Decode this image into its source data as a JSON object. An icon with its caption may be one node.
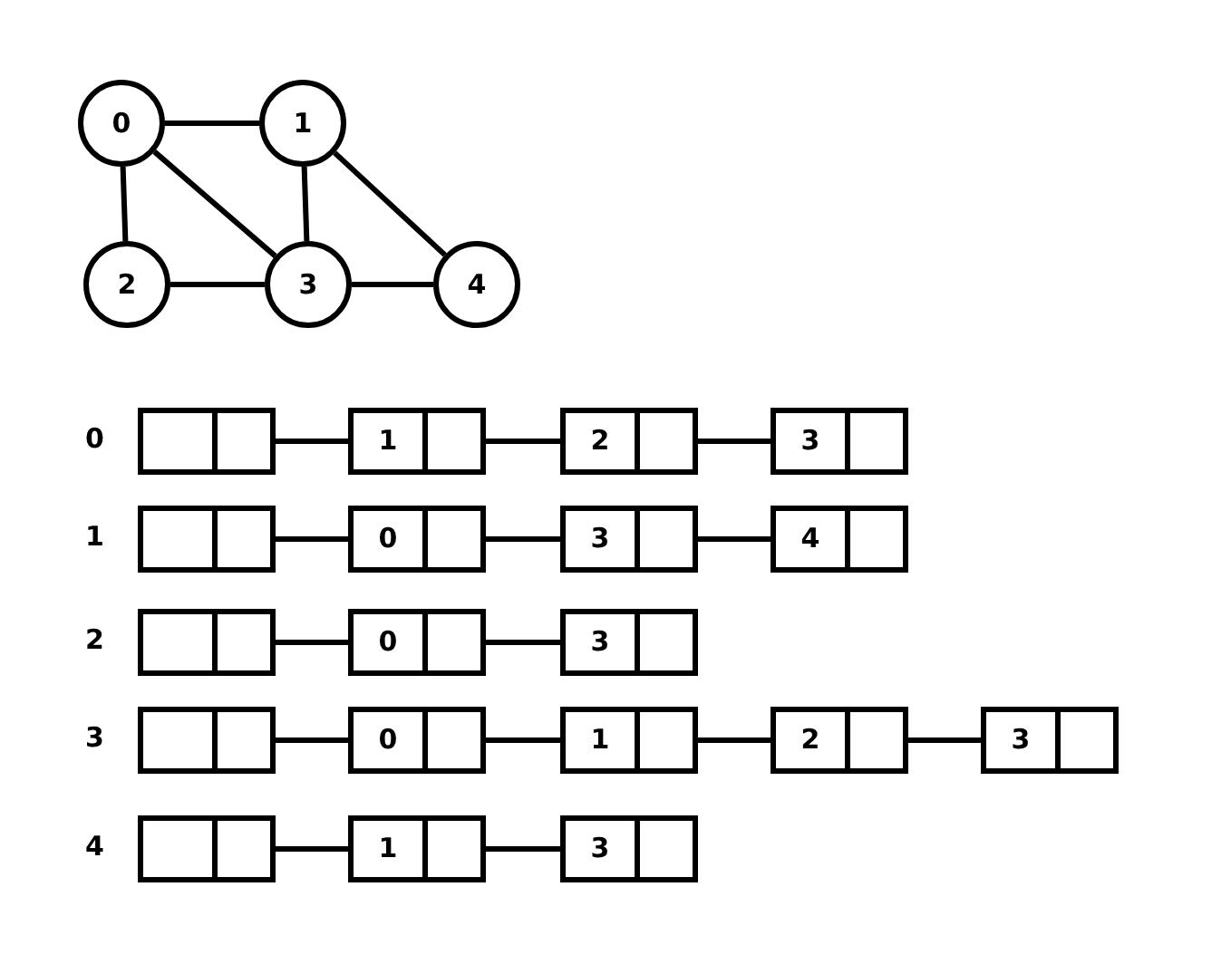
{
  "diagram": {
    "nodes": [
      {
        "text": [
          "0"
        ]
      },
      {
        "text": [
          "1"
        ]
      },
      {
        "text": [
          "2"
        ]
      },
      {
        "text": [
          "3"
        ]
      },
      {
        "text": [
          "4"
        ]
      },
      {
        "text": [],
        "shape": "box"
      },
      {
        "text": [
          "1"
        ]
      },
      {
        "text": [
          "2"
        ]
      },
      {
        "text": [
          "3"
        ]
      },
      {
        "text": [],
        "shape": "box"
      },
      {
        "text": [
          "0"
        ]
      },
      {
        "text": [
          "3"
        ]
      },
      {
        "text": [
          "4"
        ]
      },
      {
        "text": [],
        "shape": "box"
      },
      {
        "text": [
          "0"
        ]
      },
      {
        "text": [
          "3"
        ]
      },
      {
        "text": [],
        "shape": "box"
      },
      {
        "text": [
          "0"
        ]
      },
      {
        "text": [
          "1"
        ]
      },
      {
        "text": [
          "2"
        ]
      },
      {
        "text": [
          "3"
        ]
      },
      {
        "text": [],
        "shape": "box"
      },
      {
        "text": [
          "1"
        ]
      },
      {
        "text": [
          "3"
        ]
      }
    ],
    "edges": [
      {
        "from": 0,
        "to": 1,
        "arrow": "none"
      },
      {
        "from": 0,
        "to": 2,
        "arrow": "none"
      },
      {
        "from": 0,
        "to": 3,
        "arrow": "none"
      },
      {
        "from": 1,
        "to": 3,
        "arrow": "none"
      },
      {
        "from": 1,
        "to": 4,
        "arrow": "none"
      },
      {
        "from": 2,
        "to": 3,
        "arrow": "none"
      },
      {
        "from": 3,
        "to": 4,
        "arrow": "none"
      },
      {
        "from": 5,
        "to": 6,
        "arrow": "none"
      },
      {
        "from": 6,
        "to": 7,
        "arrow": "none"
      },
      {
        "from": 7,
        "to": 8,
        "arrow": "none"
      },
      {
        "from": 9,
        "to": 10,
        "arrow": "none"
      },
      {
        "from": 10,
        "to": 11,
        "arrow": "none"
      },
      {
        "from": 11,
        "to": 12,
        "arrow": "none"
      },
      {
        "from": 13,
        "to": 14,
        "arrow": "none"
      },
      {
        "from": 14,
        "to": 15,
        "arrow": "none"
      },
      {
        "from": 16,
        "to": 17,
        "arrow": "none"
      },
      {
        "from": 17,
        "to": 18,
        "arrow": "none"
      },
      {
        "from": 18,
        "to": 19,
        "arrow": "none"
      },
      {
        "from": 19,
        "to": 20,
        "arrow": "none"
      },
      {
        "from": 21,
        "to": 22,
        "arrow": "none"
      },
      {
        "from": 22,
        "to": 23,
        "arrow": "none"
      }
    ],
    "labels": [
      "0",
      "1",
      "2",
      "3",
      "4"
    ]
  }
}
